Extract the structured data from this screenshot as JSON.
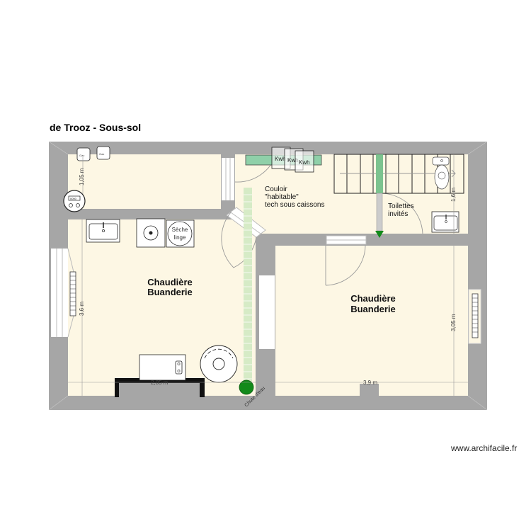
{
  "plan": {
    "title": "de Trooz - Sous-sol",
    "footer": "www.archifacile.fr",
    "colors": {
      "wall": "#a6a6a6",
      "floor": "#fdf7e4",
      "pipe": "#d6ebc6",
      "pipe_dark": "#7cc38f",
      "drain": "#128a1a",
      "window": "#ffffff"
    },
    "rooms": [
      {
        "id": "chaudiere-left",
        "label_line1": "Chaudière",
        "label_line2": "Buanderie"
      },
      {
        "id": "chaudiere-right",
        "label_line1": "Chaudière",
        "label_line2": "Buanderie"
      },
      {
        "id": "couloir",
        "label_line1": "Couloir",
        "label_line2": "\"habitable\"",
        "label_line3": "tech sous caissons"
      },
      {
        "id": "toilettes",
        "label_line1": "Toilettes",
        "label_line2": "invités"
      }
    ],
    "dimensions": {
      "d_1_05": "1,05 m",
      "d_3_6": "3,6 m",
      "d_2_85": "2,85 m",
      "d_3_9": "3,9 m",
      "d_3_05": "3,05 m",
      "d_1_6": "1,6 m"
    },
    "fixtures": {
      "gas_1": "Gaz",
      "gas_2": "Gaz",
      "meter_display": "0000",
      "kwh_1": "Kwh",
      "kwh_2": "Kwh",
      "kwh_3": "Kwh",
      "dryer_line1": "Sèche",
      "dryer_line2": "linge",
      "drain_label": "Chute d'eau"
    }
  }
}
